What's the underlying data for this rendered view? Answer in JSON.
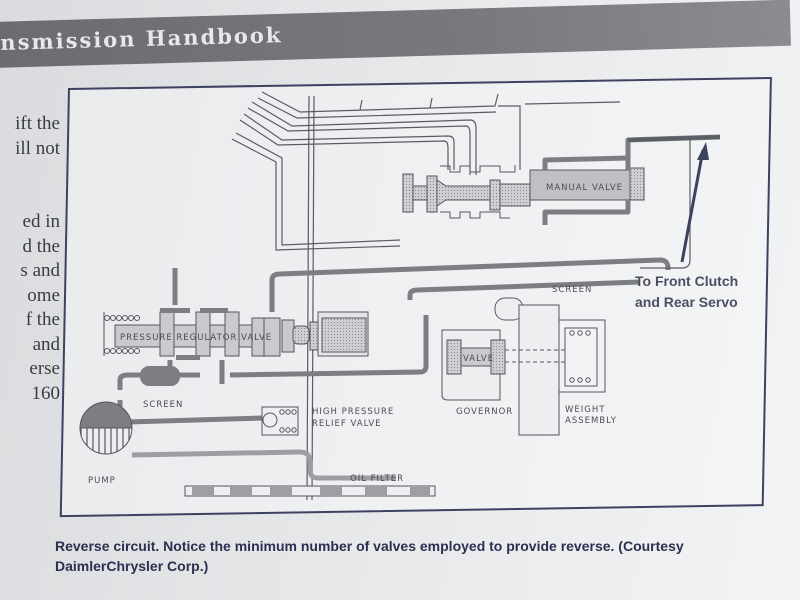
{
  "header": {
    "title": "nsmission Handbook"
  },
  "body_text": {
    "lines_top": [
      "ift the",
      "ill not"
    ],
    "lines_bottom": [
      "ed in",
      "d the",
      "s and",
      "ome",
      "f the",
      "and",
      "erse",
      "160"
    ]
  },
  "figure": {
    "labels": {
      "pressure_regulator_valve": "PRESSURE REGULATOR VALVE",
      "screen_left": "SCREEN",
      "high_pressure_relief_valve_1": "HIGH PRESSURE",
      "high_pressure_relief_valve_2": "RELIEF VALVE",
      "pump": "PUMP",
      "oil_filter": "OIL FILTER",
      "manual_valve": "MANUAL VALVE",
      "screen_right": "SCREEN",
      "valve": "VALVE",
      "governor": "GOVERNOR",
      "weight_assembly_1": "WEIGHT",
      "weight_assembly_2": "ASSEMBLY"
    },
    "callout": {
      "line1": "To Front Clutch",
      "line2": "and Rear Servo"
    }
  },
  "caption": {
    "line1": "Reverse circuit. Notice the minimum number of valves employed to provide reverse. (Courtesy",
    "line2": "DaimlerChrysler Corp.)"
  },
  "colors": {
    "pressurized_fluid": "#7c7e84",
    "valve_fill": "#c9cacd",
    "line": "#55575e",
    "caption_text": "#2c3050"
  }
}
